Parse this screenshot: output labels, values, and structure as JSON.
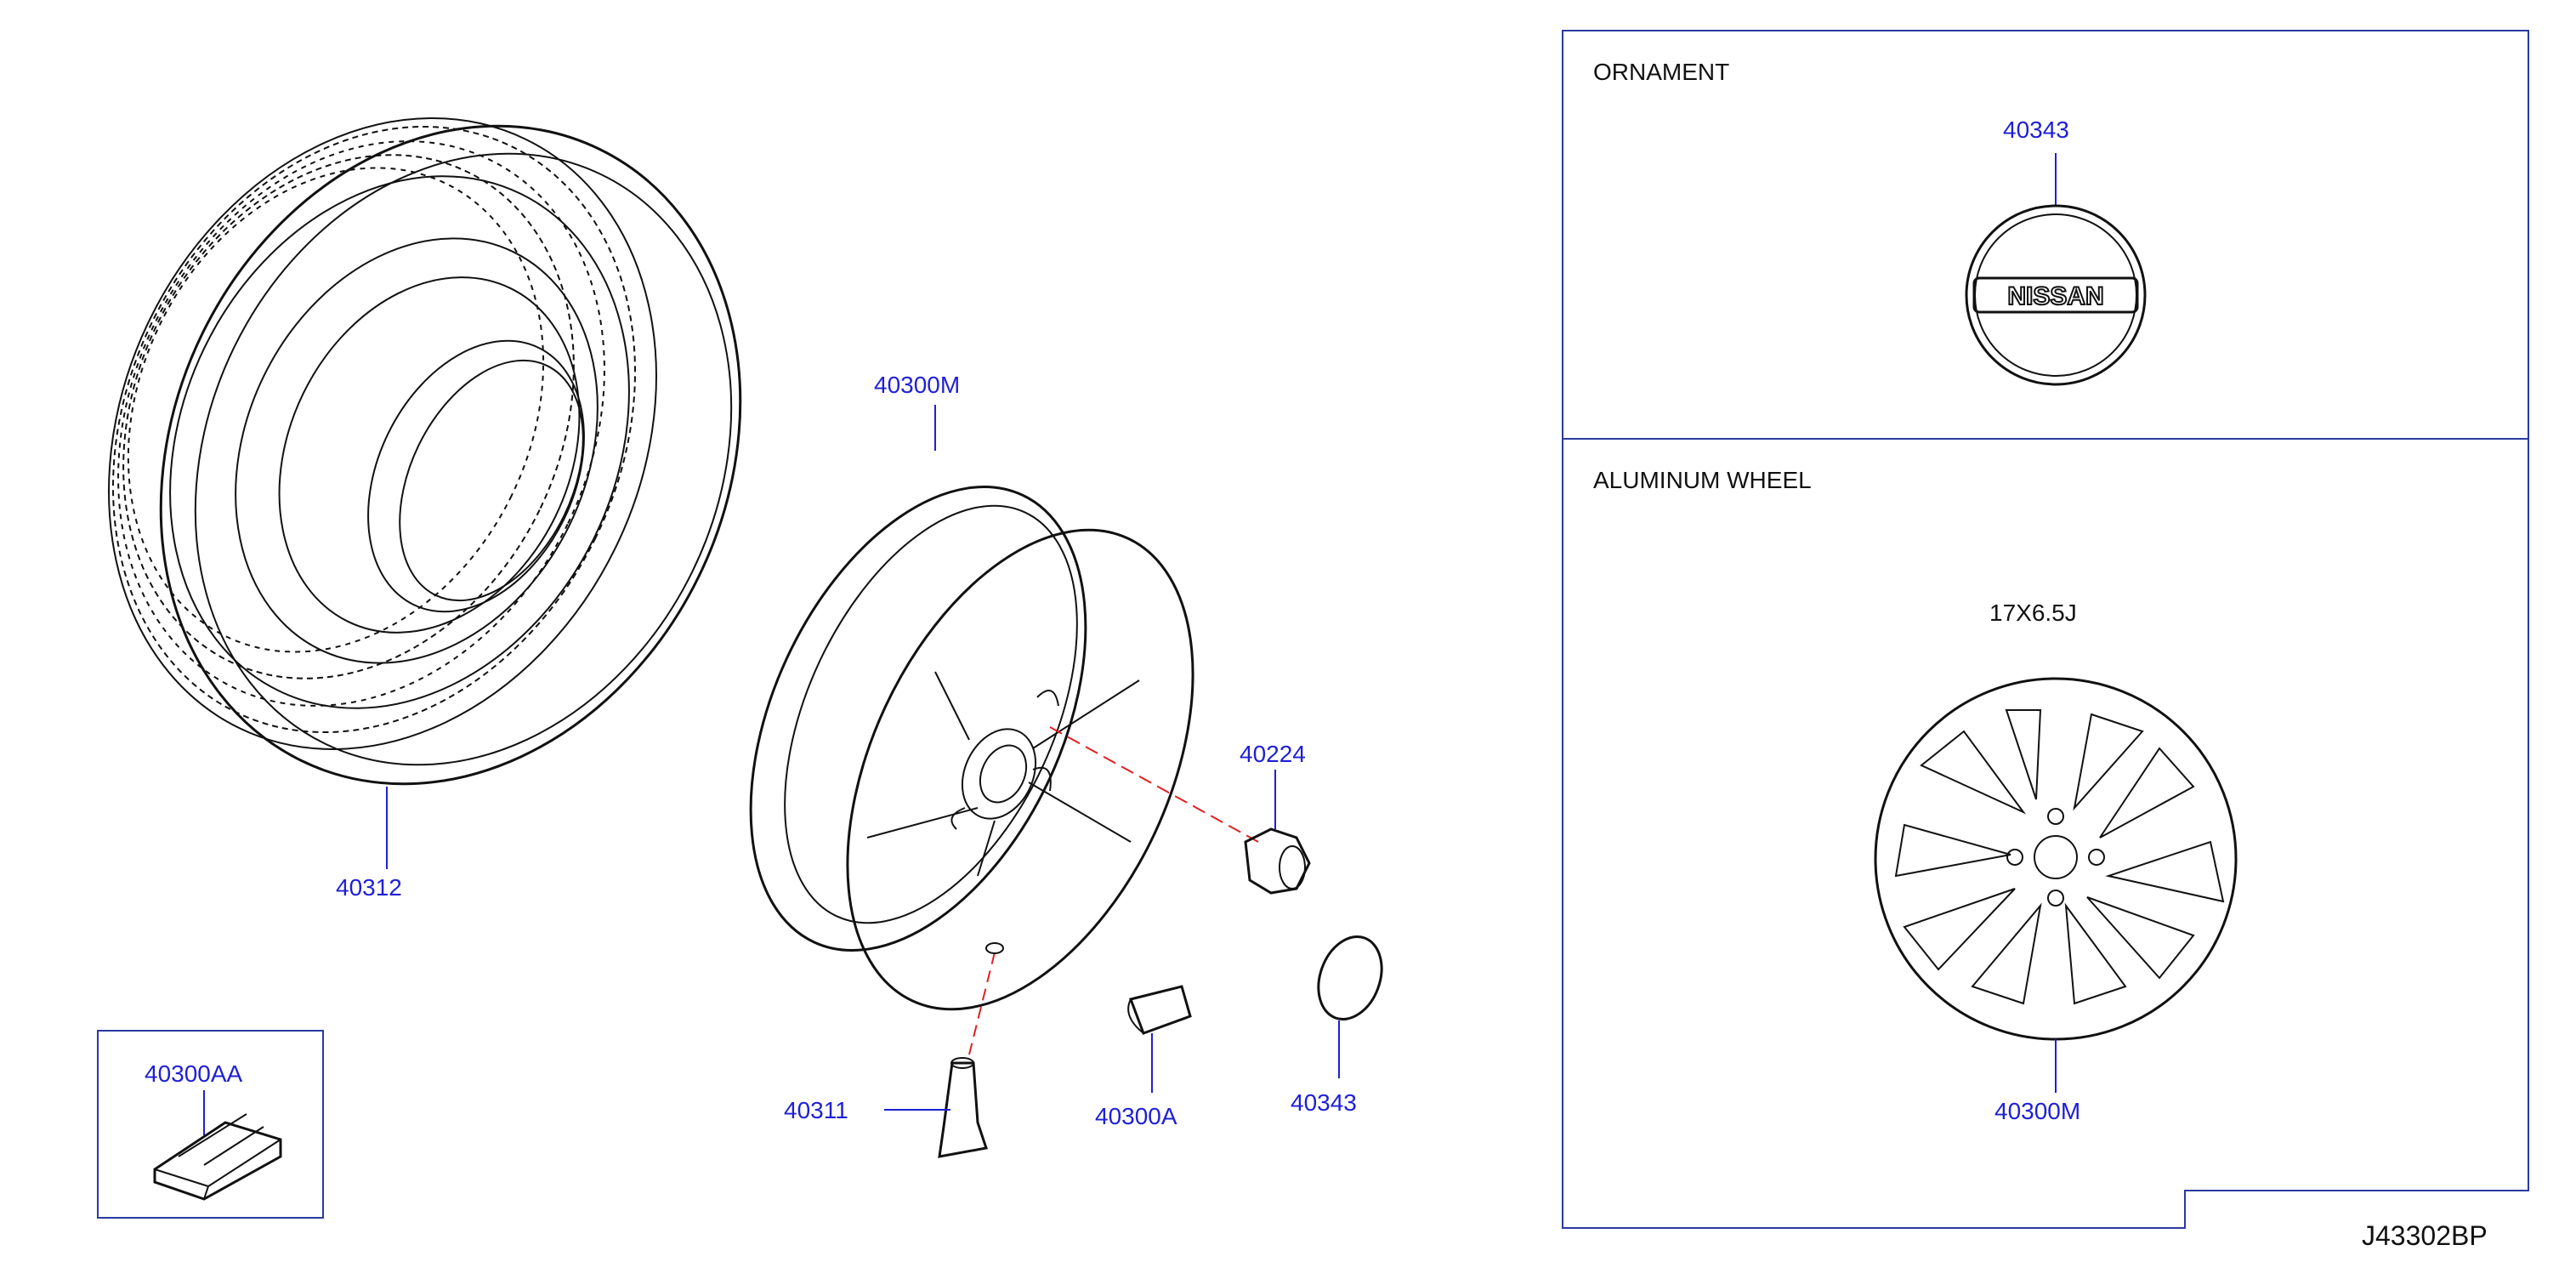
{
  "diagram_code": "J43302BP",
  "panels": {
    "ornament": {
      "title": "ORNAMENT",
      "part": "40343",
      "logo_text": "NISSAN"
    },
    "aluminum_wheel": {
      "title": "ALUMINUM   WHEEL",
      "size": "17X6.5J",
      "part": "40300M"
    }
  },
  "callouts": {
    "tire": "40312",
    "wheel": "40300M",
    "lug_nut": "40224",
    "valve": "40311",
    "weight": "40300A",
    "cap": "40343",
    "weight_kit": "40300AA"
  },
  "colors": {
    "label": "#1f1fd6",
    "line": "#111111",
    "box": "#2a3aa0",
    "centerline": "#e02020"
  }
}
